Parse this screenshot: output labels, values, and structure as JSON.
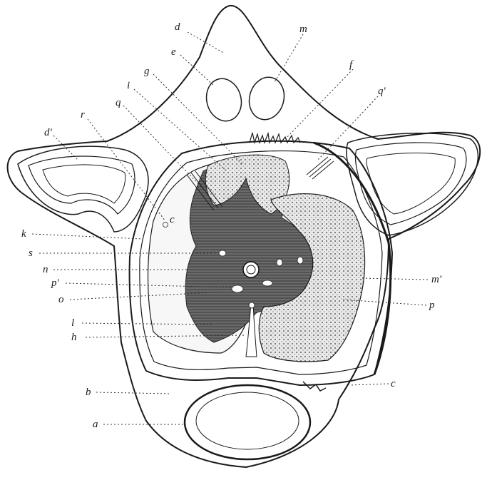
{
  "figure": {
    "labels": {
      "a": "a",
      "b": "b",
      "c": "c",
      "c_small": "c",
      "d": "d",
      "d_prime": "d'",
      "e": "e",
      "f": "f",
      "g": "g",
      "h": "h",
      "i": "i",
      "k": "k",
      "l": "l",
      "m": "m",
      "m_prime": "m'",
      "n": "n",
      "o": "o",
      "p": "p",
      "p_prime": "p'",
      "q": "q",
      "q_prime": "q'",
      "r": "r",
      "s": "s"
    },
    "colors": {
      "ink": "#1a1a1a",
      "grey_matter": "#5a5a5a",
      "white_matter": "#d9d9d9",
      "paper": "#ffffff"
    }
  }
}
